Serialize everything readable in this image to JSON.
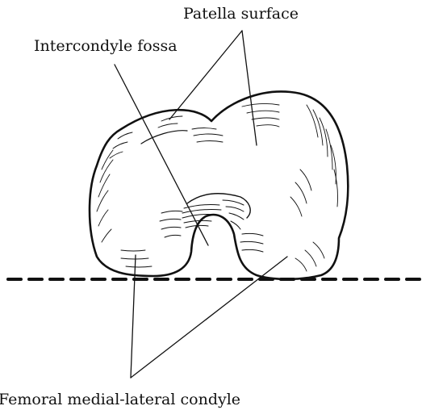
{
  "labels": {
    "patella_surface": "Patella surface",
    "intercondyle_fossa": "Intercondyle fossa",
    "femoral_condyle": "Femoral medial-lateral condyle"
  },
  "colors": {
    "ink": "#111111",
    "background": "#ffffff"
  }
}
